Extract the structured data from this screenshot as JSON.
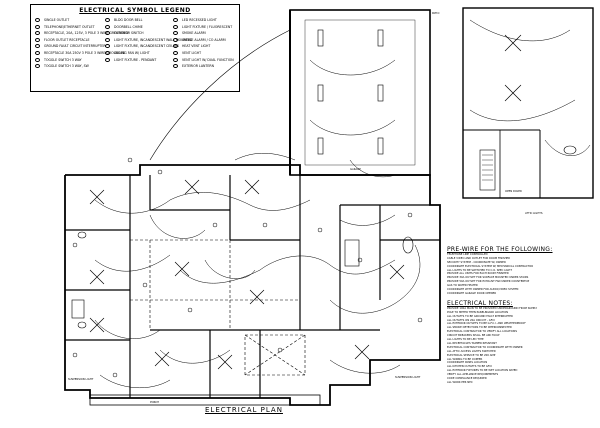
{
  "legend": {
    "title": "ELECTRICAL SYMBOL LEGEND",
    "col1": [
      "SINGLE OUTLET",
      "TELEPHONE/ETHERNET OUTLET",
      "RECEPTACLE, 20A, 125V, 3 POLE 3 WIRE GROUNDED",
      "FLOOR OUTLET RECEPTACLE",
      "GROUND FAULT CIRCUIT INTERRUPTER",
      "RECEPTACLE 30A 250V 3 POLE 3 WIRE GROUNDED",
      "TOGGLE SWITCH 3 WAY",
      "TOGGLE SWITCH 3 WAY, SW"
    ],
    "col2": [
      "BLDG DOOR BELL",
      "DOORBELL CHIME",
      "EXTERIOR SWITCH",
      "LIGHT FIXTURE, INCANDESCENT WALL MOUNTED",
      "LIGHT FIXTURE, INCANDESCENT CEILING",
      "CEILING FAN W/ LIGHT",
      "LIGHT FIXTURE - PENDANT"
    ],
    "col3": [
      "LED RECESSED LIGHT",
      "LIGHT FIXTURE / FLUORESCENT",
      "SMOKE ALARM",
      "SMOKE ALARM / CO ALARM",
      "HEAT VENT LIGHT",
      "VENT LIGHT",
      "VENT LIGHT W/ DUAL FUNCTION",
      "EXTERIOR LANTERN"
    ]
  },
  "pre_wire": {
    "title": "PRE-WIRE FOR THE FOLLOWING:",
    "items": [
      "TELEPHONE LINE CONTROLLED",
      "CABLE VIDEO AND OUTLET FOR ROOM FINISHED",
      "SECURITY SYSTEM - COORDINATE W/ OWNER",
      "COORDINATE ELECTRICAL SYSTEM W/ MECHANICAL CONTRACTOR",
      "ALL LIGHTS TO BE SWITCHED TO C.O. SPEC LIGHT",
      "PROVIDE ALL UNITS FOR EACH ROOM FINISHED",
      "PROVIDE 30A OUTLET FOR SURFACE MOUNTED UNDER STAIRS",
      "PROVIDE 50A OUTLET FOR EXHAUST FAN UNDER COUNTERTOP",
      "GAS TO WATER HEATER",
      "COORDINATE WITH OWNER FOR AUDIO/VIDEO SYSTEM",
      "COORDINATE GARAGE DOOR OPENER"
    ]
  },
  "notes": {
    "title": "ELECTRICAL NOTES:",
    "items": [
      "PROVIDE 100A MAIN TO BE PROVIDED UNDERGROUND FROM SUPPLY",
      "POLE TO METER THEN PANELBOARD LOCATION",
      "ALL OUTLETS TO BE GROUND FAULT INTERRUPTER",
      "ALL OUTLETS ON 20A CIRCUIT - GFCI",
      "ALL EXTERIOR OUTLETS TO BE G.F.C.I. AND WEATHERPROOF",
      "ALL SMOKE DETECTORS TO BE INTERCONNECTED",
      "ELECTRICAL CONTRACTOR TO VERIFY ALL LOCATIONS",
      "CIRCUIT BREAKERS SHALL BE ARC FAULT",
      "ALL LIGHTS TO BE LED TYPE",
      "ALL RECEPTACLES TAMPER RESISTANT",
      "ELECTRICAL CONTRACTOR TO COORDINATE WITH OWNER",
      "ALL ATTIC ACCESS LIGHTS SWITCHED",
      "ELECTRICAL SERVICE TO BE 200 AMP",
      "ALL WIRING TO BE COPPER",
      "COORDINATE PANEL LOCATION",
      "ALL KITCHEN OUTLETS TO BE GFCI",
      "ALL EXTERIOR FIXTURES TO BE WET LOCATION RATED",
      "VERIFY ALL APPLIANCE REQUIREMENTS",
      "CODE COMPLIANCE REQUIRED",
      "ALL WORK PER NEC"
    ]
  },
  "plan": {
    "title": "ELECTRICAL PLAN",
    "labels": [
      "PATIO",
      "GARAGE",
      "PORCH",
      "ATTIC LIGHTS",
      "SUSPENSION LIGHT",
      "SUSPENSION LIGHT",
      "OPEN DOWN"
    ]
  }
}
